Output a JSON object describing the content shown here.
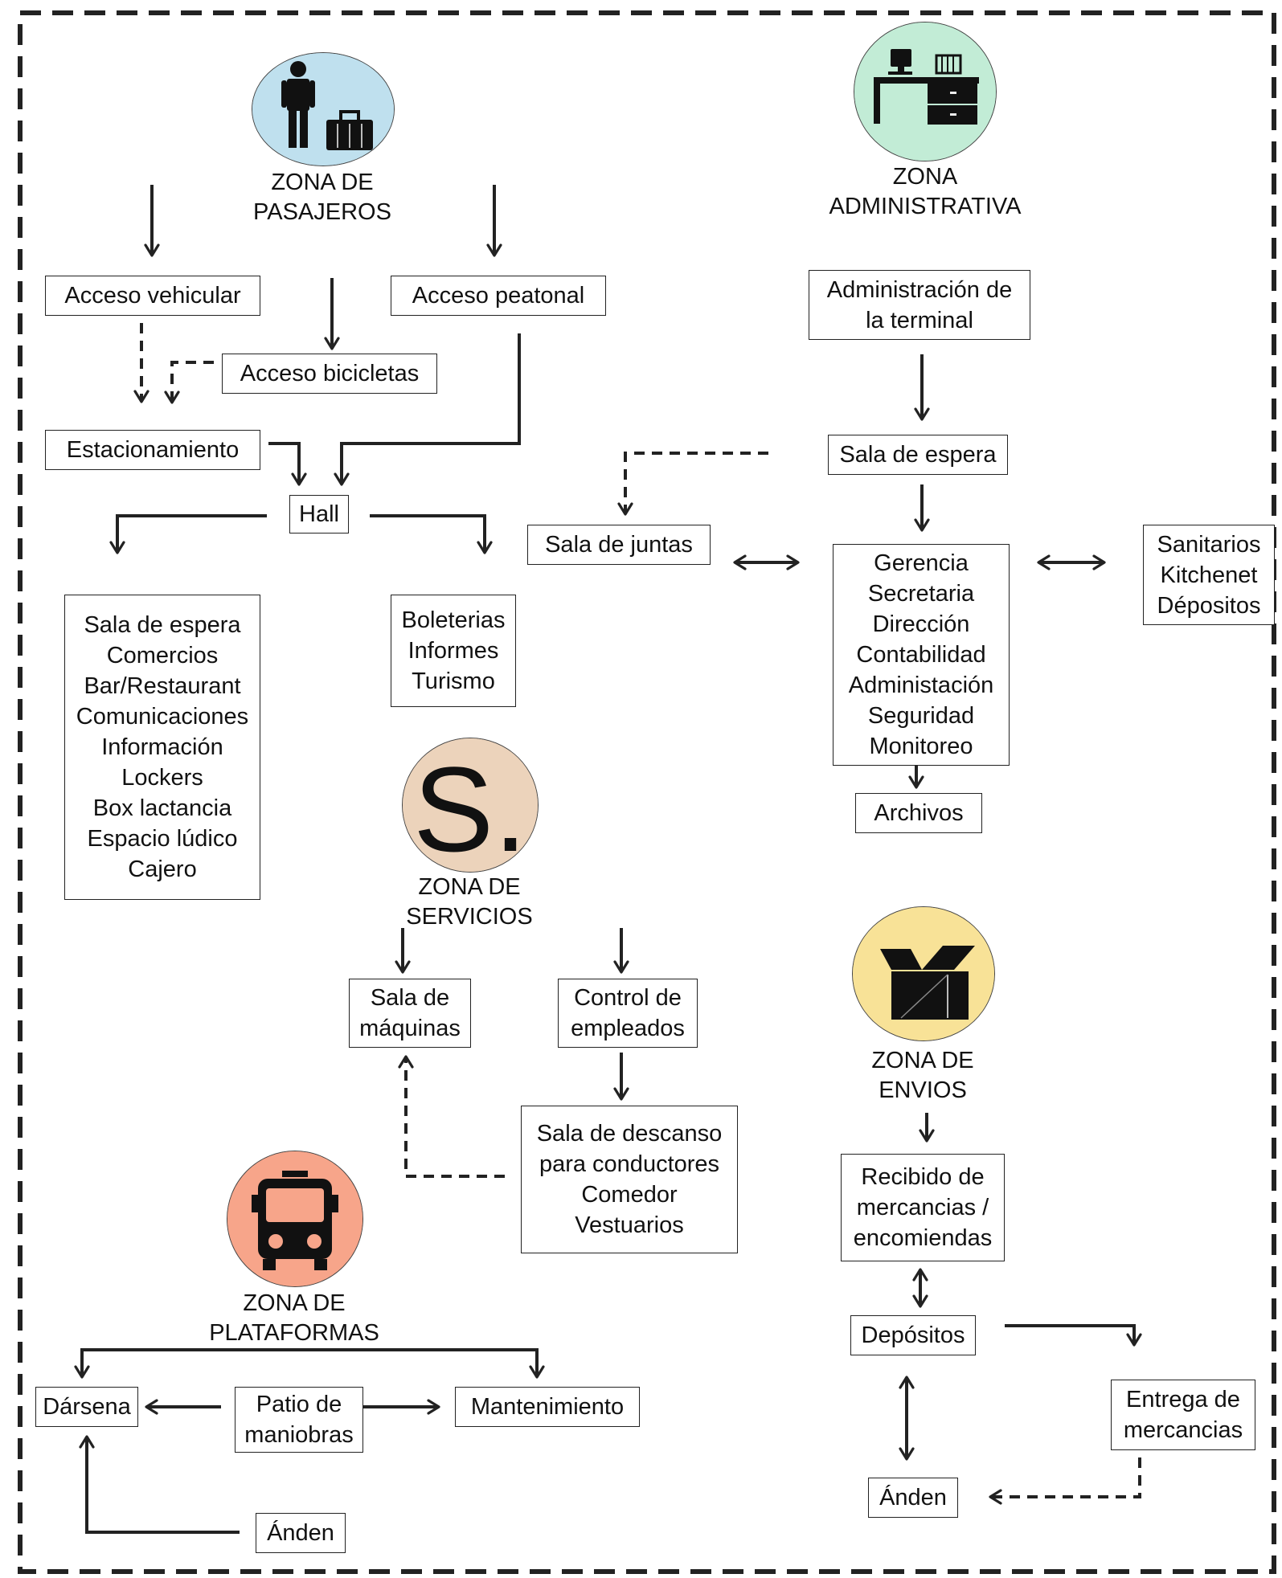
{
  "colors": {
    "pasajeros": "#bfe0ee",
    "administrativa": "#c2ecd6",
    "servicios": "#ecd3bb",
    "envios": "#f8e297",
    "plataformas": "#f7a58a",
    "line": "#222222"
  },
  "zones": {
    "pasajeros": {
      "icon": "passenger-luggage-icon",
      "label": [
        "ZONA DE",
        "PASAJEROS"
      ]
    },
    "administrativa": {
      "icon": "office-desk-icon",
      "label": [
        "ZONA",
        "ADMINISTRATIVA"
      ]
    },
    "servicios": {
      "icon": "services-s-icon",
      "label": [
        "ZONA DE",
        "SERVICIOS"
      ],
      "glyph": "S."
    },
    "envios": {
      "icon": "package-box-icon",
      "label": [
        "ZONA DE",
        "ENVIOS"
      ]
    },
    "plataformas": {
      "icon": "bus-icon",
      "label": [
        "ZONA DE",
        "PLATAFORMAS"
      ]
    }
  },
  "nodes": {
    "acceso_vehicular": [
      "Acceso vehicular"
    ],
    "acceso_peatonal": [
      "Acceso peatonal"
    ],
    "acceso_bicicletas": [
      "Acceso bicicletas"
    ],
    "estacionamiento": [
      "Estacionamiento"
    ],
    "hall": [
      "Hall"
    ],
    "pasajeros_servicios": [
      "Sala de espera",
      "Comercios",
      "Bar/Restaurant",
      "Comunicaciones",
      "Información",
      "Lockers",
      "Box lactancia",
      "Espacio lúdico",
      "Cajero"
    ],
    "boleterias": [
      "Boleterias",
      "Informes",
      "Turismo"
    ],
    "administracion": [
      "Administración de",
      "la terminal"
    ],
    "sala_espera_admin": [
      "Sala de espera"
    ],
    "sala_juntas": [
      "Sala de juntas"
    ],
    "gerencia": [
      "Gerencia",
      "Secretaria",
      "Dirección",
      "Contabilidad",
      "Administación",
      "Seguridad",
      "Monitoreo"
    ],
    "sanitarios": [
      "Sanitarios",
      "Kitchenet",
      "Dépositos"
    ],
    "archivos": [
      "Archivos"
    ],
    "sala_maquinas": [
      "Sala de",
      "máquinas"
    ],
    "control_empleados": [
      "Control de",
      "empleados"
    ],
    "sala_descanso": [
      "Sala de descanso",
      "para conductores",
      "Comedor",
      "Vestuarios"
    ],
    "recibido": [
      "Recibido de",
      "mercancias /",
      "encomiendas"
    ],
    "depositos": [
      "Depósitos"
    ],
    "entrega": [
      "Entrega de",
      "mercancias"
    ],
    "anden_envios": [
      "Ánden"
    ],
    "darsena": [
      "Dársena"
    ],
    "patio": [
      "Patio de",
      "maniobras"
    ],
    "mantenimiento": [
      "Mantenimiento"
    ],
    "anden_plataformas": [
      "Ánden"
    ]
  }
}
